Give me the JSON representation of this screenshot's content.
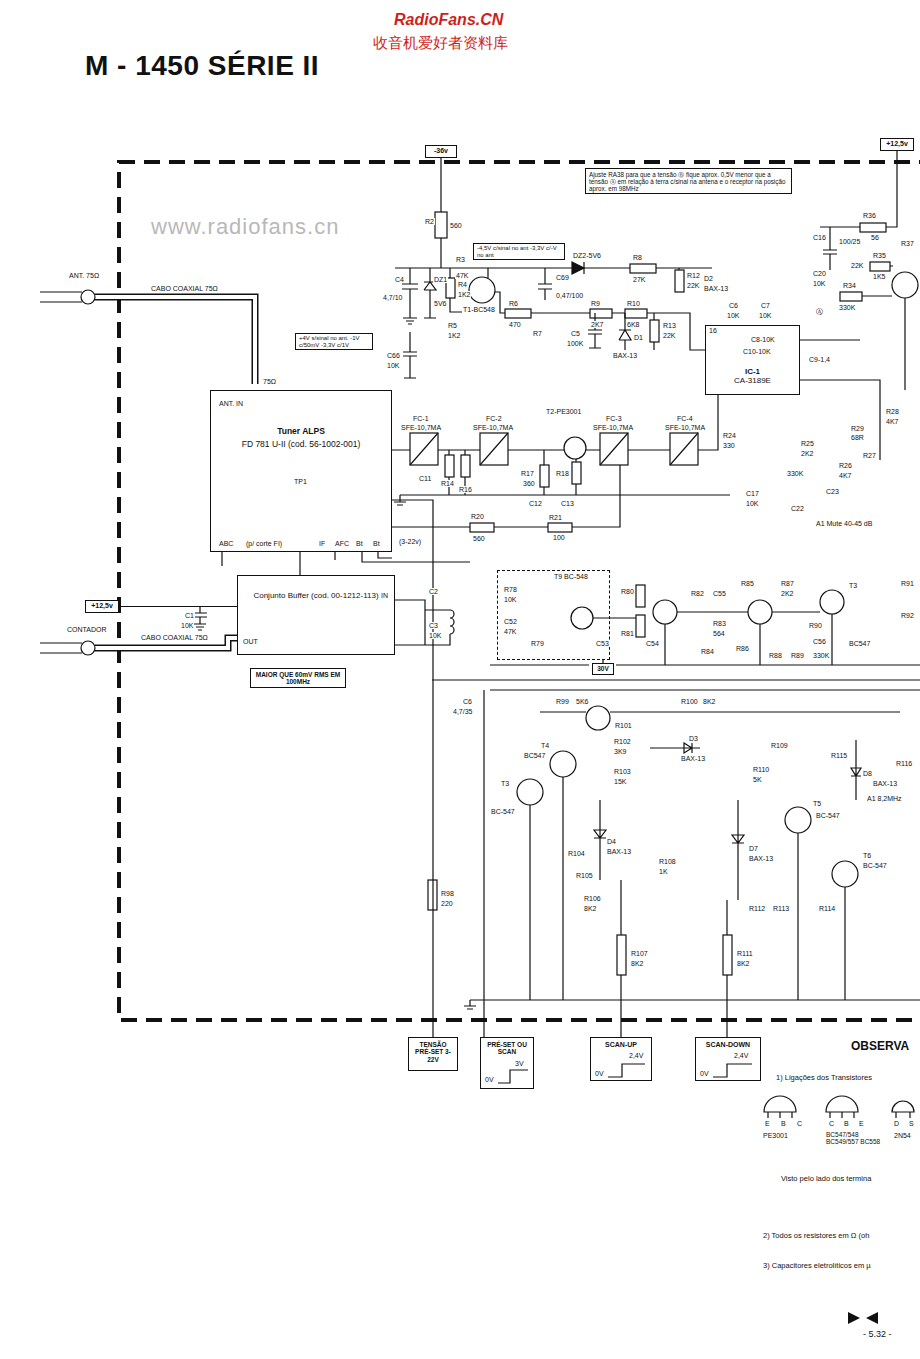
{
  "diagram": {
    "title": "M - 1450 SÉRIE II",
    "nodes": [
      {
        "text": [
          "-36v"
        ]
      },
      {
        "text": [
          "+12,5v"
        ]
      },
      {
        "text": [
          "Ajuste RA38 para que a tensão Ⓑ fique aprox. 0,5V menor que a tensão Ⓐ em relação à terra c/sinal na antena e o receptor na posição aprox. em 98MHz"
        ]
      },
      {
        "text": [
          "-4,5V c/sinal no ant -3,3V c/-V no ant"
        ]
      },
      {
        "text": [
          "+4V s/sinal no ant. -1V c/50mV -3,3V c/1V"
        ]
      },
      {
        "text": [
          "Tuner ALPS",
          "FD 781 U-II (cod. 56-1002-001)"
        ]
      },
      {
        "text": [
          "IC-1",
          "CA-3189E"
        ]
      },
      {
        "text": [
          "+12,5v"
        ]
      },
      {
        "text": [
          "Conjunto Buffer (cod. 00-1212-113)"
        ]
      },
      {
        "text": [
          "MAIOR QUE 60mV RMS EM 100MHz"
        ]
      },
      {
        "text": [
          "T9 BC-548"
        ]
      },
      {
        "text": [
          "30V"
        ]
      },
      {
        "text": [
          "TENSÃO PRÉ-SET 3-22V"
        ]
      },
      {
        "text": [
          "PRÉ-SET OU SCAN"
        ]
      },
      {
        "text": [
          "SCAN-UP"
        ]
      },
      {
        "text": [
          "SCAN-DOWN"
        ]
      }
    ],
    "edges": [
      {
        "from": 7,
        "to": 8,
        "arrow": "none"
      },
      {
        "from": 5,
        "to": 8,
        "arrow": "none"
      },
      {
        "from": 12,
        "to": 5,
        "arrow": "none"
      },
      {
        "from": 11,
        "to": 10,
        "arrow": "none"
      }
    ],
    "labels": [
      "RadioFans.CN",
      "收音机爱好者资料库",
      "www.radiofans.cn",
      "ANT. 75Ω",
      "CABO COAXIAL 75Ω",
      "75Ω",
      "ANT. IN",
      "TP1",
      "ABC",
      "(p/ corte FI)",
      "IF",
      "AFC",
      "Bt",
      "Bt",
      "(3-22v)",
      "CONTADOR",
      "CABO COAXIAL 75Ω",
      "IN",
      "OUT",
      "C1",
      "10K",
      "C2",
      "C3",
      "10K",
      "R2",
      "560",
      "R3",
      "47K",
      "C4",
      "4,7/10",
      "DZ1",
      "5V6",
      "R4",
      "1K2",
      "R5",
      "1K2",
      "T1-BC548",
      "C66",
      "10K",
      "C69",
      "0,47/100",
      "DZ2-5V6",
      "R8",
      "27K",
      "R6",
      "470",
      "R7",
      "R9",
      "2K7",
      "R10",
      "6K8",
      "C5",
      "100K",
      "D1",
      "BAX-13",
      "R13",
      "22K",
      "R12",
      "22K",
      "D2",
      "BAX-13",
      "C6",
      "10K",
      "C7",
      "10K",
      "16",
      "C8-10K",
      "C9-1,4",
      "C10-10K",
      "C16",
      "100/25",
      "R36",
      "56",
      "R35",
      "1K5",
      "R34",
      "330K",
      "C20",
      "10K",
      "Ⓐ",
      "R37",
      "22K",
      "FC-1",
      "SFE-10,7MA",
      "FC-2",
      "SFE-10,7MA",
      "T2-PE3001",
      "FC-3",
      "SFE-10,7MA",
      "FC-4",
      "SFE-10,7MA",
      "R14",
      "R16",
      "C11",
      "R17",
      "360",
      "R18",
      "C12",
      "C13",
      "R20",
      "560",
      "R21",
      "100",
      "R24",
      "330",
      "C17",
      "10K",
      "C22",
      "330K",
      "R25",
      "2K2",
      "R26",
      "4K7",
      "R27",
      "C23",
      "R28",
      "4K7",
      "R29",
      "68R",
      "A1 Mute 40-45 dB",
      "R78",
      "10K",
      "C52",
      "47K",
      "R79",
      "C53",
      "R80",
      "R81",
      "C54",
      "C55",
      "R83",
      "564",
      "R82",
      "R84",
      "R85",
      "R86",
      "R87",
      "2K2",
      "R88",
      "R89",
      "R90",
      "C56",
      "330K",
      "BC547",
      "T3",
      "R91",
      "R92",
      "R99",
      "5K6",
      "R100",
      "8K2",
      "R101",
      "R102",
      "3K9",
      "D3",
      "BAX-13",
      "R103",
      "15K",
      "T4",
      "BC547",
      "T3",
      "BC-547",
      "D4",
      "BAX-13",
      "R104",
      "R105",
      "R106",
      "8K2",
      "R107",
      "8K2",
      "R108",
      "1K",
      "R111",
      "8K2",
      "D7",
      "BAX-13",
      "T5",
      "BC-547",
      "R109",
      "R110",
      "5K",
      "T6",
      "BC-547",
      "D8",
      "BAX-13",
      "R112",
      "R113",
      "R114",
      "R115",
      "R116",
      "A1 8,2MHz",
      "R98",
      "220",
      "C6",
      "4,7/35",
      "OBSERVA",
      "1) Ligações dos Transistores",
      "E",
      "B",
      "C",
      "PE3001",
      "C",
      "B",
      "E",
      "BC547/548 BC549/557 BC558",
      "D",
      "S",
      "2N54",
      "Visto pelo lado dos termina",
      "2) Todos os resistores em Ω (oh",
      "3) Capacitores eletrolíticos em µ",
      "- 5.32 -",
      "0V",
      "3V",
      "0V",
      "2,4V",
      "0V",
      "2,4V"
    ]
  }
}
